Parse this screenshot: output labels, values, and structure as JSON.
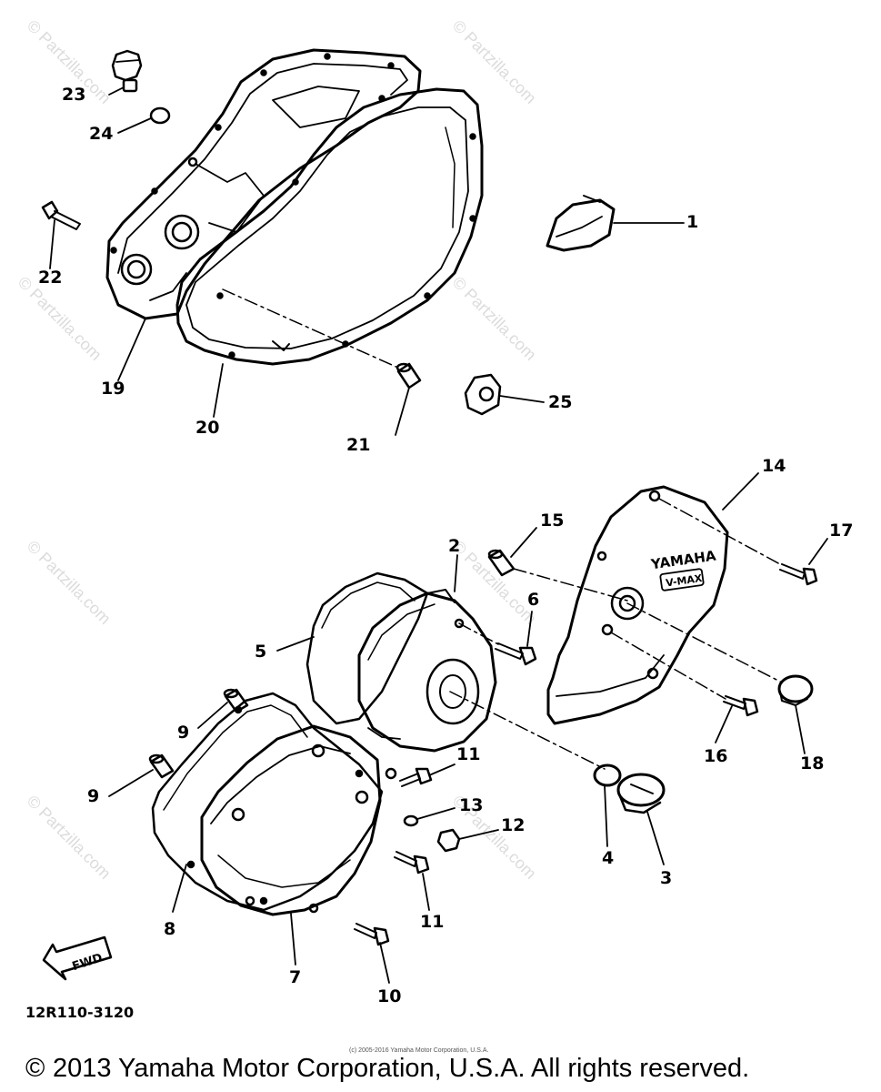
{
  "callouts": [
    {
      "id": "1",
      "text": "1"
    },
    {
      "id": "2",
      "text": "2"
    },
    {
      "id": "3",
      "text": "3"
    },
    {
      "id": "4",
      "text": "4"
    },
    {
      "id": "5",
      "text": "5"
    },
    {
      "id": "6",
      "text": "6"
    },
    {
      "id": "7",
      "text": "7"
    },
    {
      "id": "8",
      "text": "8"
    },
    {
      "id": "9a",
      "text": "9"
    },
    {
      "id": "9b",
      "text": "9"
    },
    {
      "id": "10",
      "text": "10"
    },
    {
      "id": "11a",
      "text": "11"
    },
    {
      "id": "11b",
      "text": "11"
    },
    {
      "id": "12",
      "text": "12"
    },
    {
      "id": "13",
      "text": "13"
    },
    {
      "id": "14",
      "text": "14"
    },
    {
      "id": "15",
      "text": "15"
    },
    {
      "id": "16",
      "text": "16"
    },
    {
      "id": "17",
      "text": "17"
    },
    {
      "id": "18",
      "text": "18"
    },
    {
      "id": "19",
      "text": "19"
    },
    {
      "id": "20",
      "text": "20"
    },
    {
      "id": "21",
      "text": "21"
    },
    {
      "id": "22",
      "text": "22"
    },
    {
      "id": "23",
      "text": "23"
    },
    {
      "id": "24",
      "text": "24"
    },
    {
      "id": "25",
      "text": "25"
    }
  ],
  "cover_text": {
    "brand": "YAMAHA",
    "model": "V-MAX"
  },
  "fwd_label": "FWD",
  "diagram_code": "12R110-3120",
  "watermark": "© Partzilla.com",
  "small_copyright": "(c) 2005-2016 Yamaha Motor Corporation, U.S.A.",
  "copyright_mark": "©",
  "copyright": "2013 Yamaha Motor Corporation, U.S.A. All rights reserved."
}
